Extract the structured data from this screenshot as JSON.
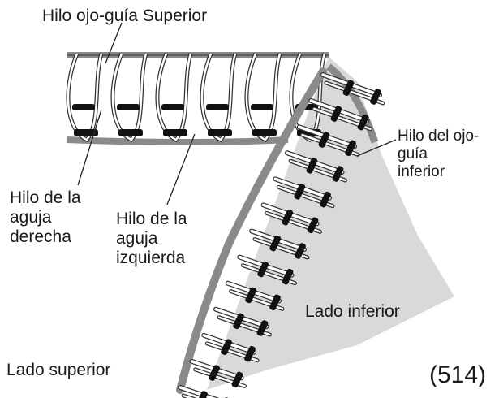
{
  "labels": {
    "upper_looper_thread": "Hilo ojo-guía Superior",
    "right_needle_thread": [
      "Hilo de la",
      "aguja",
      "derecha"
    ],
    "left_needle_thread": [
      "Hilo de la",
      "aguja",
      "izquierda"
    ],
    "lower_looper_thread": [
      "Hilo del ojo-",
      "guía",
      "inferior"
    ],
    "lower_side": "Lado inferior",
    "upper_side": "Lado superior"
  },
  "figure_number": "(514)",
  "colors": {
    "fabric": "#d9d9d9",
    "edge": "#8a8a8a",
    "thread_outline": "#333333",
    "thread_fill": "#ffffff",
    "knot": "#111111",
    "text": "#1a1a1a"
  }
}
